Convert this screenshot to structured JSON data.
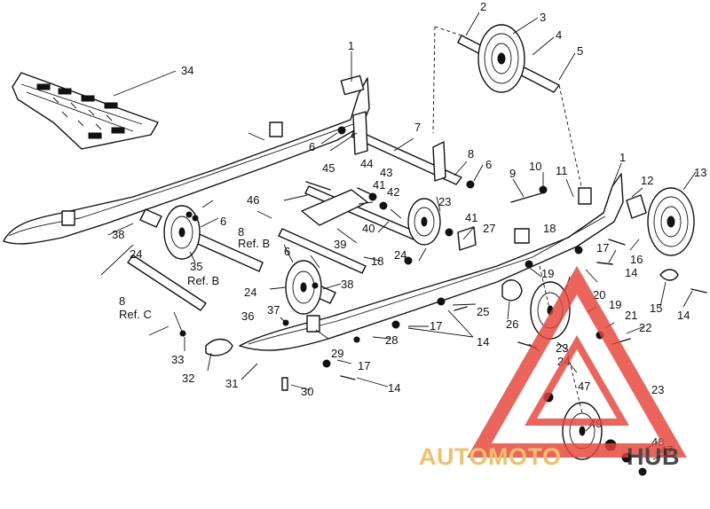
{
  "callouts": [
    {
      "text": "1"
    },
    {
      "text": "1"
    },
    {
      "text": "2"
    },
    {
      "text": "3"
    },
    {
      "text": "4"
    },
    {
      "text": "5"
    },
    {
      "text": "6"
    },
    {
      "text": "6"
    },
    {
      "text": "6"
    },
    {
      "text": "6"
    },
    {
      "text": "7"
    },
    {
      "text": "8"
    },
    {
      "text": "8"
    },
    {
      "text": "Ref. B"
    },
    {
      "text": "8"
    },
    {
      "text": "Ref. C"
    },
    {
      "text": "9"
    },
    {
      "text": "10"
    },
    {
      "text": "11"
    },
    {
      "text": "12"
    },
    {
      "text": "13"
    },
    {
      "text": "14"
    },
    {
      "text": "14"
    },
    {
      "text": "14"
    },
    {
      "text": "14"
    },
    {
      "text": "15"
    },
    {
      "text": "16"
    },
    {
      "text": "17"
    },
    {
      "text": "17"
    },
    {
      "text": "17"
    },
    {
      "text": "18"
    },
    {
      "text": "18"
    },
    {
      "text": "19"
    },
    {
      "text": "19"
    },
    {
      "text": "20"
    },
    {
      "text": "21"
    },
    {
      "text": "22"
    },
    {
      "text": "23"
    },
    {
      "text": "23"
    },
    {
      "text": "23"
    },
    {
      "text": "24"
    },
    {
      "text": "24"
    },
    {
      "text": "24"
    },
    {
      "text": "24"
    },
    {
      "text": "25"
    },
    {
      "text": "26"
    },
    {
      "text": "27"
    },
    {
      "text": "28"
    },
    {
      "text": "29"
    },
    {
      "text": "30"
    },
    {
      "text": "31"
    },
    {
      "text": "32"
    },
    {
      "text": "33"
    },
    {
      "text": "34"
    },
    {
      "text": "35"
    },
    {
      "text": "Ref. B"
    },
    {
      "text": "36"
    },
    {
      "text": "37"
    },
    {
      "text": "38"
    },
    {
      "text": "38"
    },
    {
      "text": "39"
    },
    {
      "text": "40"
    },
    {
      "text": "41"
    },
    {
      "text": "41"
    },
    {
      "text": "42"
    },
    {
      "text": "43"
    },
    {
      "text": "44"
    },
    {
      "text": "45"
    },
    {
      "text": "46"
    },
    {
      "text": "47"
    },
    {
      "text": "47"
    },
    {
      "text": "48"
    },
    {
      "text": "49"
    }
  ],
  "watermark": {
    "word_left": "AUTOMOTO",
    "word_right": "HUB",
    "color_primary": "#e8443a",
    "color_secondary": "#f0b24a",
    "color_dark": "#222222"
  }
}
